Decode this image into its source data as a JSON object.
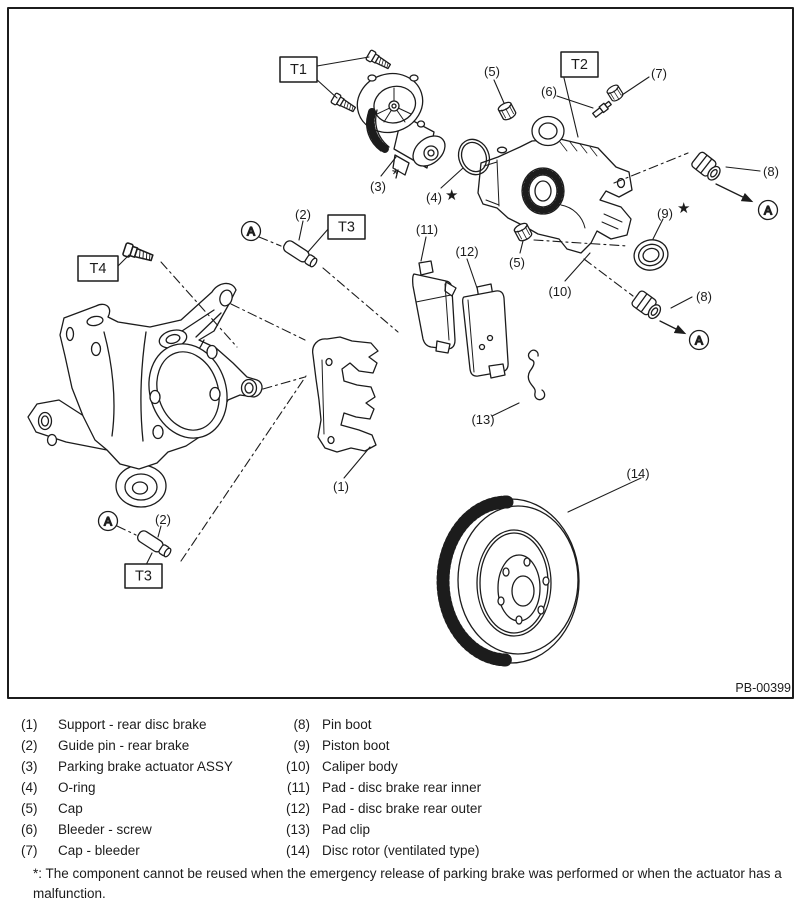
{
  "diagram": {
    "figure_code": "PB-00399",
    "boxes": {
      "t1": "T1",
      "t2": "T2",
      "t3": "T3",
      "t4": "T4"
    },
    "callouts": {
      "c1": "(1)",
      "c2": "(2)",
      "c3": "(3)",
      "c4": "(4)",
      "c5": "(5)",
      "c6": "(6)",
      "c7": "(7)",
      "c8": "(8)",
      "c9": "(9)",
      "c10": "(10)",
      "c11": "(11)",
      "c12": "(12)",
      "c13": "(13)",
      "c14": "(14)"
    },
    "view_label": "A",
    "star": "★",
    "asterisk": "*"
  },
  "legend": {
    "left": [
      {
        "num": "(1)",
        "label": "Support - rear disc brake"
      },
      {
        "num": "(2)",
        "label": "Guide pin - rear brake"
      },
      {
        "num": "(3)",
        "label": "Parking brake actuator ASSY"
      },
      {
        "num": "(4)",
        "label": "O-ring"
      },
      {
        "num": "(5)",
        "label": "Cap"
      },
      {
        "num": "(6)",
        "label": "Bleeder - screw"
      },
      {
        "num": "(7)",
        "label": "Cap - bleeder"
      }
    ],
    "right": [
      {
        "num": "(8)",
        "label": "Pin boot"
      },
      {
        "num": "(9)",
        "label": "Piston boot"
      },
      {
        "num": "(10)",
        "label": "Caliper body"
      },
      {
        "num": "(11)",
        "label": "Pad - disc brake rear inner"
      },
      {
        "num": "(12)",
        "label": "Pad - disc brake rear outer"
      },
      {
        "num": "(13)",
        "label": "Pad clip"
      },
      {
        "num": "(14)",
        "label": "Disc rotor (ventilated type)"
      }
    ]
  },
  "footnote": "*: The component cannot be reused when the emergency release of parking brake was performed or when the actuator has a malfunction."
}
